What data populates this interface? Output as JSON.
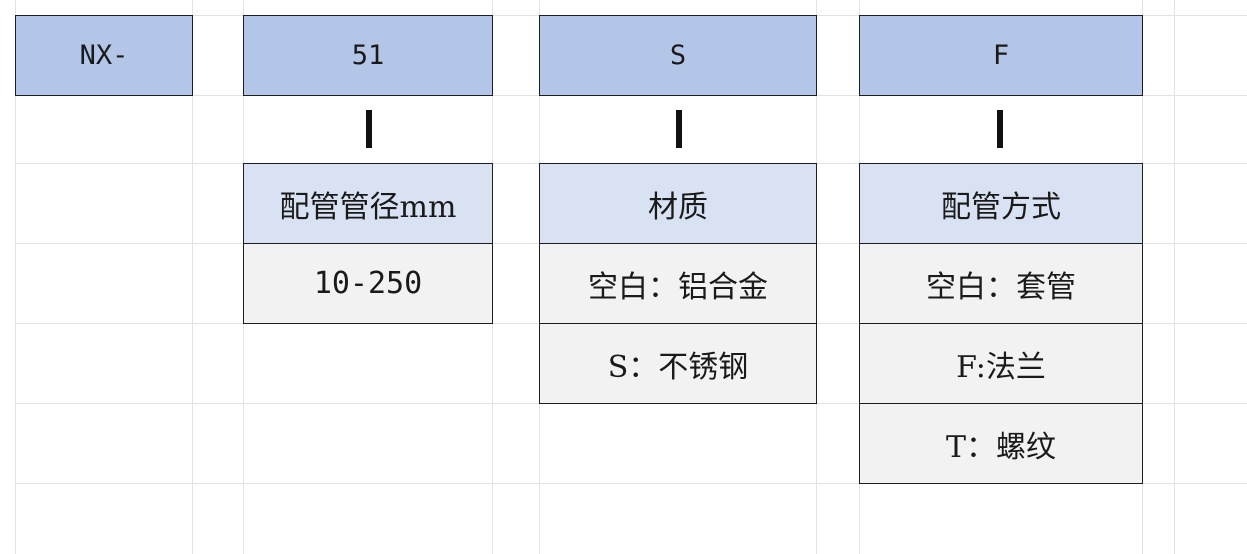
{
  "model_code": {
    "prefix": "NX-",
    "size_code": "51",
    "material_code": "S",
    "connection_code": "F"
  },
  "pipe_size": {
    "header": "配管管径mm",
    "options": [
      "10-250"
    ]
  },
  "material": {
    "header": "材质",
    "options": [
      "空白：铝合金",
      "S：不锈钢"
    ]
  },
  "connection": {
    "header": "配管方式",
    "options": [
      "空白：套管",
      "F:法兰",
      "T：螺纹"
    ]
  },
  "colors": {
    "code_fill": "#b4c6e7",
    "header_fill": "#d9e2f3",
    "option_fill": "#f2f2f2",
    "border": "#1e1e1e",
    "gridline": "#e2e2e2"
  }
}
